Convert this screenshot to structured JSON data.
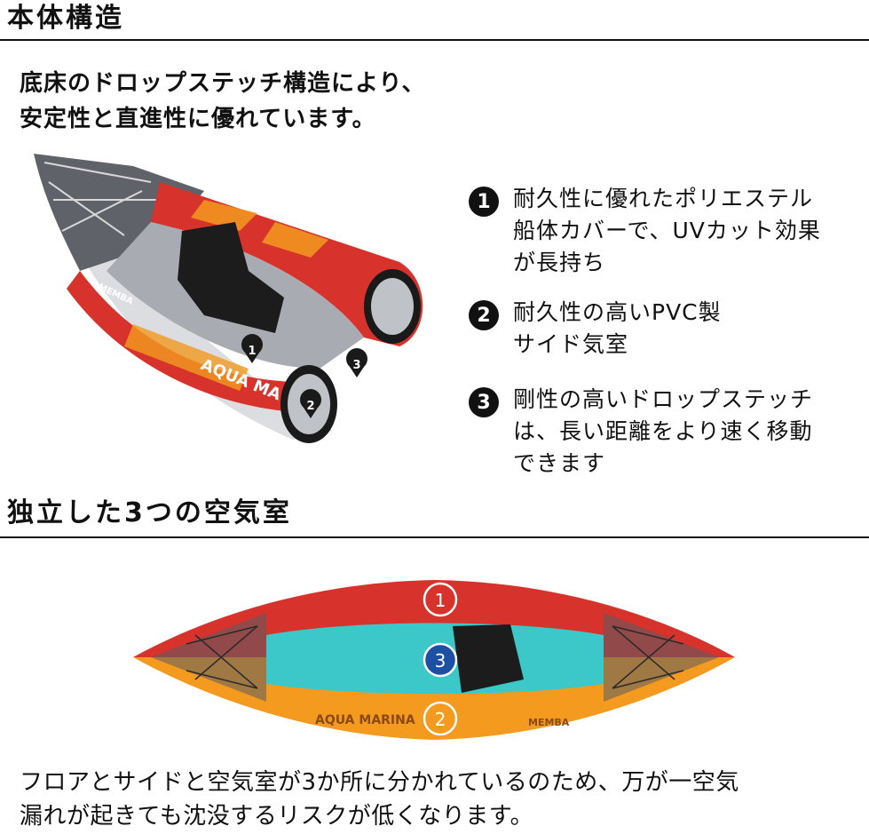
{
  "section1": {
    "heading": "本体構造",
    "intro_line1": "底床のドロップステッチ構造により、",
    "intro_line2": "安定性と直進性に優れています。"
  },
  "features": [
    {
      "num": "1",
      "text": "耐久性に優れたポリエステル\n船体カバーで、UVカット効果\nが長持ち"
    },
    {
      "num": "2",
      "text": "耐久性の高いPVC製\nサイド気室"
    },
    {
      "num": "3",
      "text": "剛性の高いドロップステッチ\nは、長い距離をより速く移動\nできます"
    }
  ],
  "kayak_top": {
    "brand": "AQUA MA",
    "model": "MEMBA",
    "markers": [
      "1",
      "2",
      "3"
    ]
  },
  "section2": {
    "heading": "独立した3つの空気室",
    "outro_line1": "フロアとサイドと空気室が3か所に分かれているのため、万が一空気",
    "outro_line2": "漏れが起きても沈没するリスクが低くなります。"
  },
  "kayak_side": {
    "brand": "AQUA MARINA",
    "model": "MEMBA",
    "chambers": [
      "1",
      "3",
      "2"
    ]
  },
  "colors": {
    "red": "#d7322b",
    "orange": "#f39a1f",
    "teal": "#3cc7c9",
    "grey": "#5a5d63",
    "dark": "#1a1a1a",
    "chamber3_blue": "#1d4fa3"
  }
}
